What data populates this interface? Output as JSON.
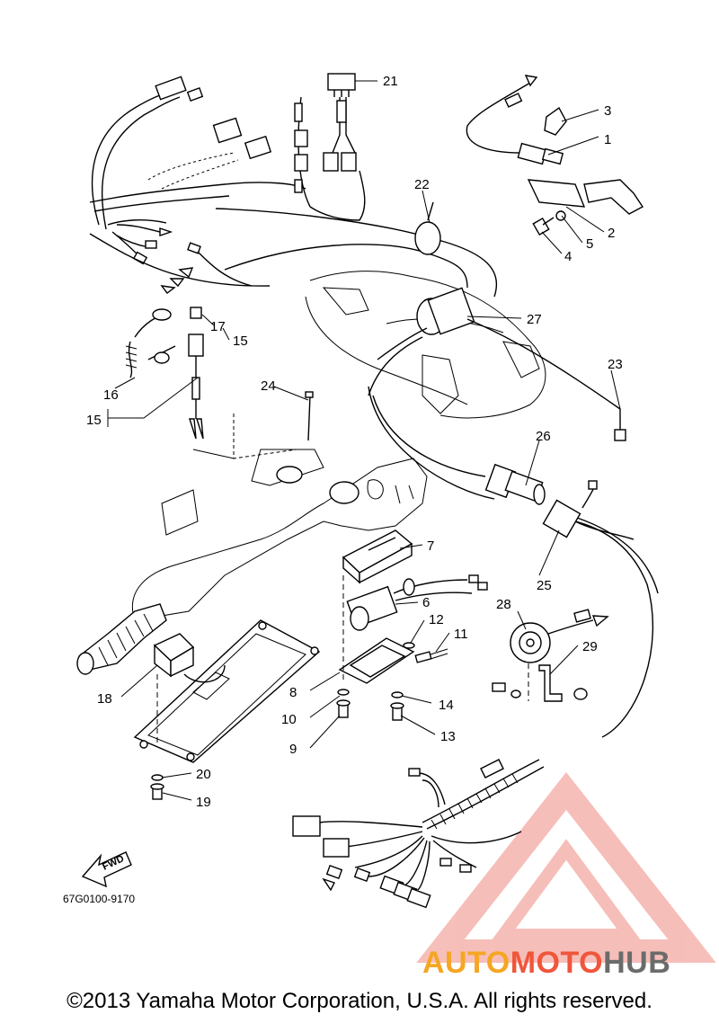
{
  "diagram": {
    "callouts": [
      "1",
      "2",
      "3",
      "4",
      "5",
      "6",
      "7",
      "8",
      "9",
      "10",
      "11",
      "12",
      "13",
      "14",
      "15",
      "15",
      "16",
      "17",
      "18",
      "19",
      "20",
      "21",
      "22",
      "23",
      "24",
      "25",
      "26",
      "27",
      "28",
      "29"
    ],
    "fwd_label": "FWD",
    "drawing_code": "67G0100-9170"
  },
  "watermark": {
    "part1": "AUTO",
    "part2": "MOTO",
    "part3": "HUB",
    "colors": {
      "auto": "#f5a623",
      "moto": "#f0563b",
      "hub": "#6b6b6b",
      "triangle": "#f08a80"
    }
  },
  "footer": {
    "copyright": "©2013 Yamaha Motor Corporation, U.S.A. All rights reserved."
  }
}
